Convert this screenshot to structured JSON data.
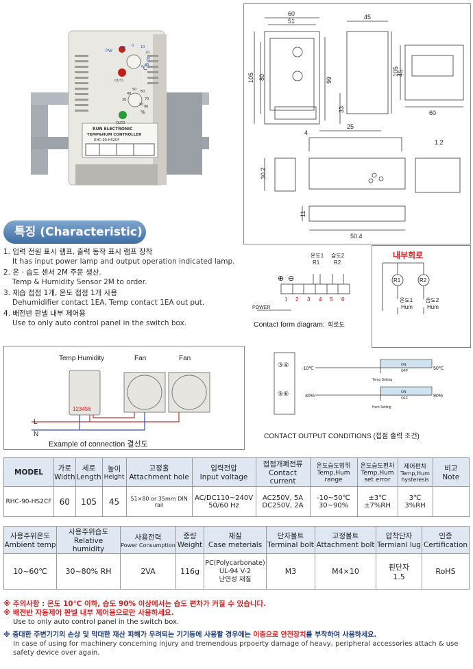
{
  "product_photo": {
    "brand_line1": "RUN ELECTRONIC",
    "brand_line2": "TEMP&HUM CONTROLLER",
    "model_on_label": "RHC-90-HS2CF",
    "lamp_pw": "PW",
    "lamp_out1": "OUT1",
    "lamp_out2": "OUT2",
    "unit_c": "℃",
    "unit_pct": "%",
    "dial1_ticks": [
      "0",
      "10",
      "20",
      "-10",
      "30",
      "40",
      "50"
    ],
    "dial2_ticks": [
      "30",
      "40",
      "50",
      "60",
      "70",
      "80",
      "90"
    ]
  },
  "dimensions": {
    "front_width_outer": "60",
    "front_width_inner": "51",
    "front_height_outer": "105",
    "front_height_inner": "80",
    "front_height_right": "99",
    "side_width": "45",
    "side_height": "105",
    "side_offset": "33",
    "bottom_width": "60",
    "bottom_depth": "45",
    "rail_4": "4",
    "rail_25": "25",
    "rail_1_2": "1.2",
    "rail_30_2": "30.2",
    "rail_11": "11",
    "rail_50_4": "50.4"
  },
  "characteristic": {
    "title": "특징 (Characteristic)",
    "items": [
      {
        "ko": "1. 입력 전원 표시 램프, 출력 동작 표시 램프 장착",
        "en": "It has input power lamp and output operation indicated lamp."
      },
      {
        "ko": "2. 온 · 습도 센서 2M 주문 생산.",
        "en": "Temp & Humidity Sensor 2M  to order."
      },
      {
        "ko": "3. 제습 접점 1개, 온도 접점 1개 사용",
        "en": "Dehumidifier contact 1EA, Temp contact 1EA out put."
      },
      {
        "ko": "4. 배전반 판넬 내부 제어용",
        "en": "Use to only auto control panel in the switch box."
      }
    ]
  },
  "contact_diagram": {
    "r1_top": "온도1",
    "r1": "R1",
    "r2_top": "습도2",
    "r2": "R2",
    "plus": "⊕",
    "minus": "⊖",
    "terminals": [
      "1",
      "2",
      "3",
      "4",
      "5",
      "6"
    ],
    "power": "POWER",
    "caption_en": "Contact form diagram:",
    "caption_ko": "회로도",
    "internal_title": "내부회로",
    "int_r1": "R1",
    "int_r2": "R2",
    "int_c1": "온도1",
    "int_c2": "습도2",
    "int_hum1": "Hum",
    "int_hum2": "Hum"
  },
  "connection": {
    "label_temp_humidity": "Temp Humidity",
    "label_fan1": "Fan",
    "label_fan2": "Fan",
    "terminals": "123456",
    "line_l": "L",
    "line_n": "N",
    "caption": "Example of connection 결선도"
  },
  "contact_output": {
    "row1_terminals": "③④",
    "row2_terminals": "⑤⑥",
    "temp_low": "-10℃",
    "temp_high": "50℃",
    "hum_low": "30%",
    "hum_high": "90%",
    "on1": "ON",
    "off1": "OFF",
    "on2": "ON",
    "off2": "OFF",
    "temp_setting": "Temp Setting",
    "hum_setting": "Hum Setting",
    "title": "CONTACT OUTPUT CONDITIONS (접점 출력 조건)"
  },
  "spec_table1": {
    "headers": [
      {
        "ko": "MODEL",
        "en": ""
      },
      {
        "ko": "가로",
        "en": "Width"
      },
      {
        "ko": "세로",
        "en": "Length"
      },
      {
        "ko": "높이",
        "en": "Height"
      },
      {
        "ko": "고정홀",
        "en": "Attachment hole"
      },
      {
        "ko": "입력전압",
        "en": "Input voltage"
      },
      {
        "ko": "접점개폐전류",
        "en": "Contact current"
      },
      {
        "ko": "온도습도범위",
        "en": "Temp,Hum range"
      },
      {
        "ko": "온도습도편차",
        "en": "Temp,Hum set error"
      },
      {
        "ko": "제어편차",
        "en": "Temp,Hum hysteresis"
      },
      {
        "ko": "비고",
        "en": "Note"
      }
    ],
    "row": [
      "RHC-90-HS2CF",
      "60",
      "105",
      "45",
      "51×80 or 35mm DIN rail",
      "AC/DC110~240V\n50/60 Hz",
      "AC250V, 5A\nDC250V, 2A",
      "-10~50℃\n30~90%",
      "±3℃\n±7%RH",
      "3℃\n3%RH",
      ""
    ]
  },
  "spec_table2": {
    "headers": [
      {
        "ko": "사용주위온도",
        "en": "Ambient temp"
      },
      {
        "ko": "사용주위습도",
        "en": "Relative humidity"
      },
      {
        "ko": "사용전력",
        "en": "Power Consumption"
      },
      {
        "ko": "중량",
        "en": "Weight"
      },
      {
        "ko": "재질",
        "en": "Case meterials"
      },
      {
        "ko": "단자볼트",
        "en": "Terminal bolt"
      },
      {
        "ko": "고정볼트",
        "en": "Attachment bolt"
      },
      {
        "ko": "압착단자",
        "en": "Termianl lug"
      },
      {
        "ko": "인증",
        "en": "Certification"
      }
    ],
    "row": [
      "10~60℃",
      "30~80% RH",
      "2VA",
      "116g",
      "PC(Polycarbonate)\nUL-94 V-2\n난연성 재질",
      "M3",
      "M4×10",
      "핀단자\n1.5",
      "RoHS"
    ]
  },
  "notes": {
    "n1": "※ 주의사항 : 온도 10℃ 이하, 습도 90% 이상에서는 습도 편차가 커질 수 있습니다.",
    "n2": "※ 배전반 자동제어 판넬 내부 제어용으로만 사용하세요.",
    "n2_en": "Use to only auto control panel in the switch box.",
    "n3_a": "※ 중대한 주변기기의 손상 및 막대한 재산 피해가 우려되는 기기등에 사용할 경우에는 ",
    "n3_b": "이중으로 안전장치",
    "n3_c": "를 부착하여 사용하세요.",
    "n3_en": "In case of using for machinery concerning injury and tremendous prpoerty damage of heavy, peripheral accessories attach & use safety device over again."
  }
}
